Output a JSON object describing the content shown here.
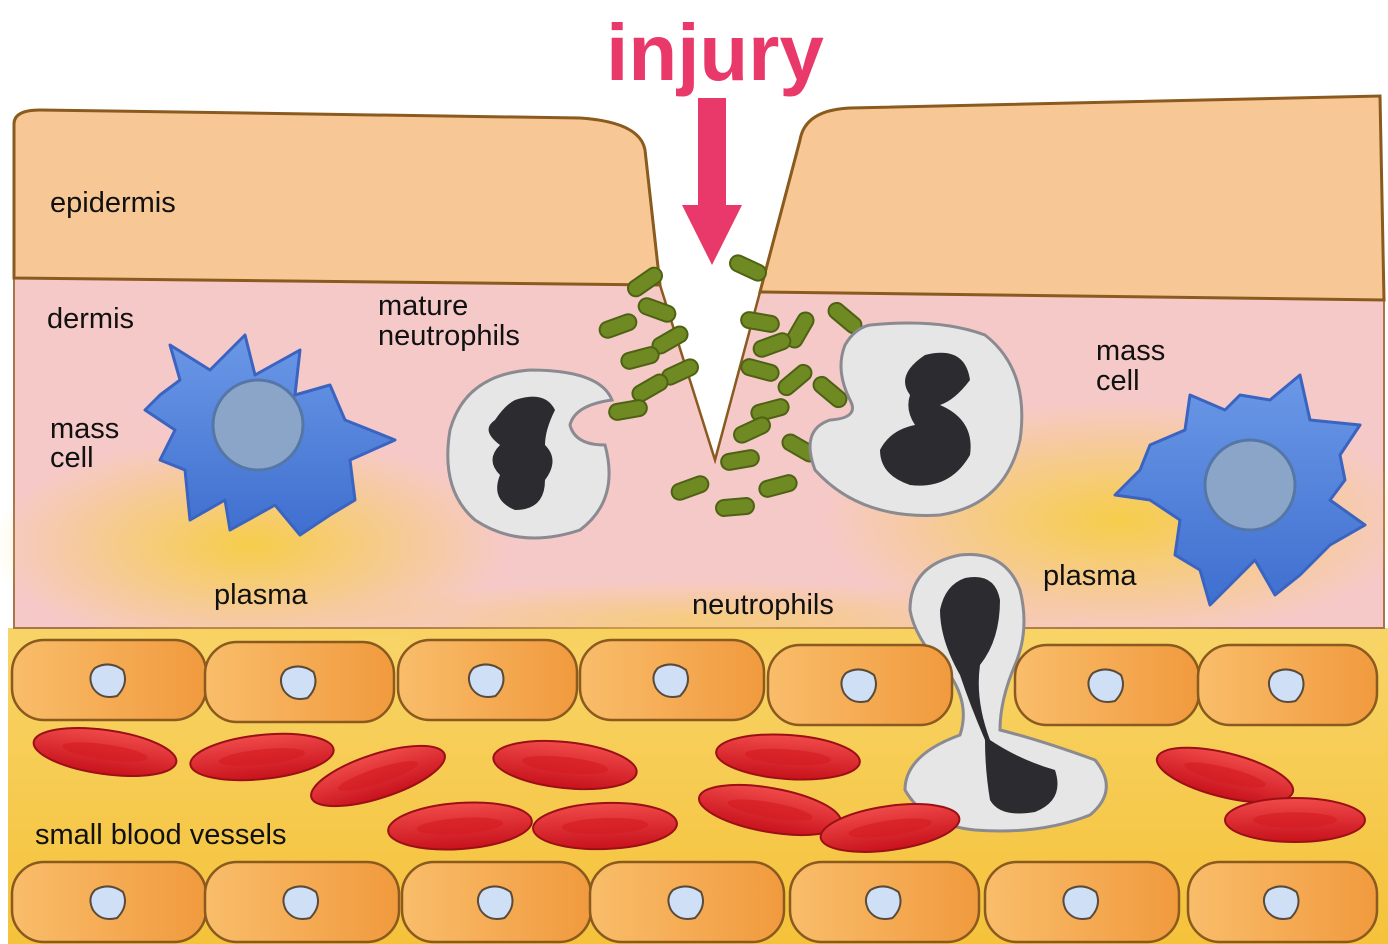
{
  "title": "injury",
  "colors": {
    "injury": "#e8396a",
    "epidermis": "#f7c895",
    "dermis": "#f6c9c9",
    "plasma": "#f6cd4a",
    "mast_cell": "#4f7fd8",
    "mast_nucleus": "#8aa5c7",
    "neutrophil": "#e6e6e6",
    "neutrophil_nucleus": "#2c2c30",
    "bacteria": "#6f8a22",
    "endothelial": "#f4a54a",
    "red_blood_cell": "#e0222a",
    "outline": "#8a5a1e"
  },
  "labels": {
    "epidermis": "epidermis",
    "dermis": "dermis",
    "mature_neutrophils": [
      "mature",
      "neutrophils"
    ],
    "mass_cell_left": [
      "mass",
      "cell"
    ],
    "mass_cell_right": [
      "mass",
      "cell"
    ],
    "plasma_left": "plasma",
    "plasma_right": "plasma",
    "neutrophils": "neutrophils",
    "small_blood_vessels": "small blood vessels"
  }
}
